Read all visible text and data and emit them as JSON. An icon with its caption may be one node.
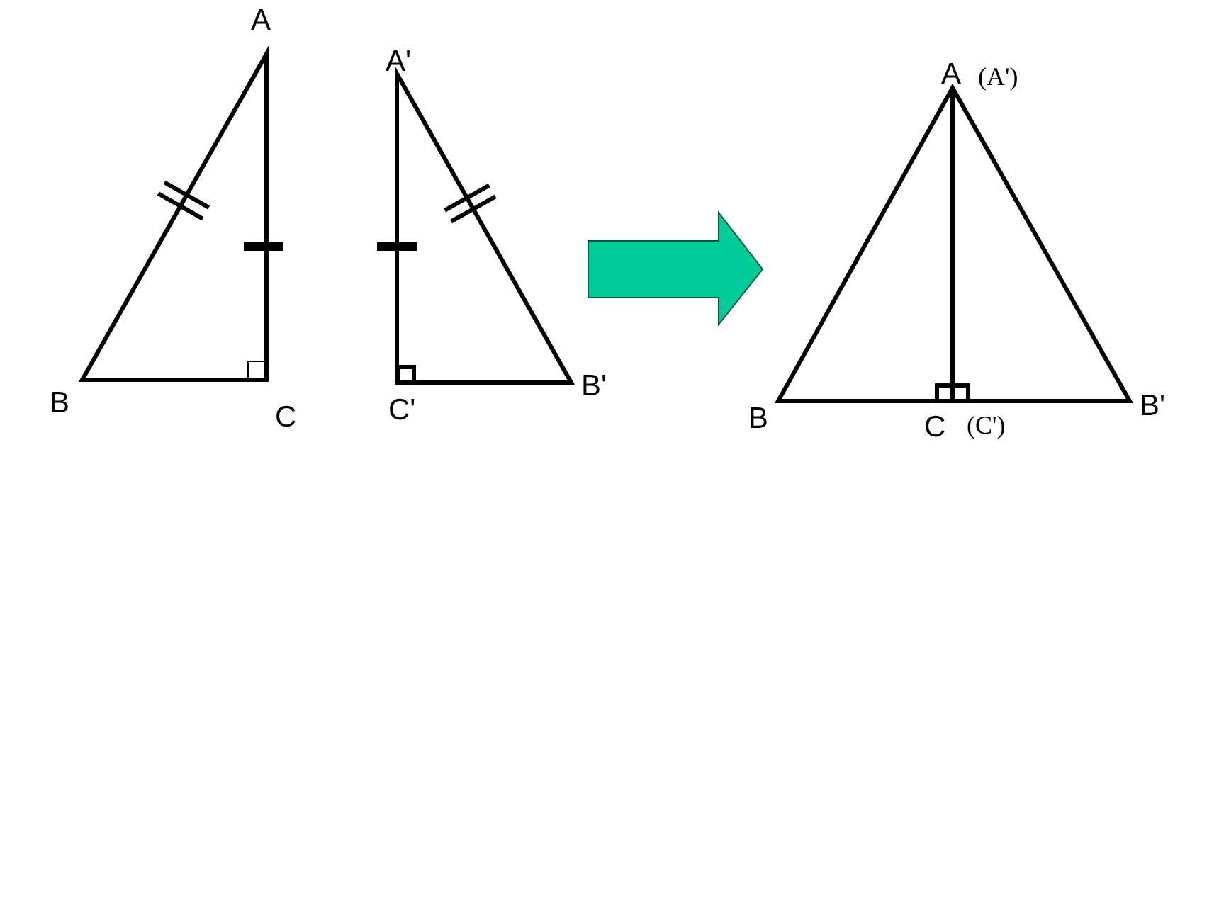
{
  "diagram": {
    "labels": [
      "A",
      "A'",
      "A",
      "(A')",
      "B",
      "C",
      "C'",
      "B'",
      "B",
      "C",
      "(C')",
      "B'"
    ]
  }
}
